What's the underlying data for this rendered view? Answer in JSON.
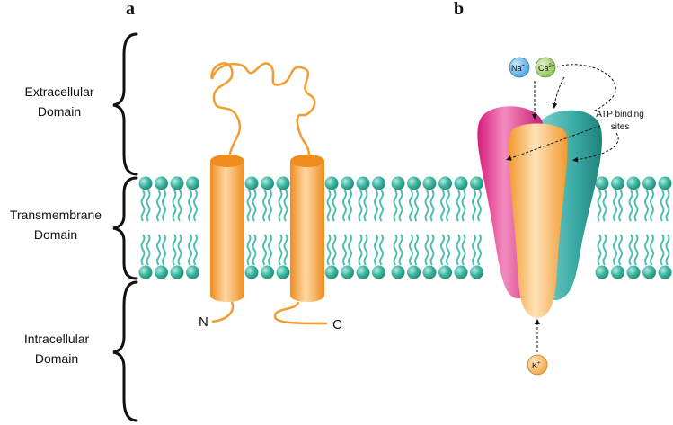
{
  "panels": {
    "a": "a",
    "b": "b"
  },
  "domains": {
    "extracellular": [
      "Extracellular",
      "Domain"
    ],
    "transmembrane": [
      "Transmembrane",
      "Domain"
    ],
    "intracellular": [
      "Intracellular",
      "Domain"
    ]
  },
  "termini": {
    "n": "N",
    "c": "C"
  },
  "ions": {
    "na": {
      "base": "Na",
      "sup": "+",
      "color": "#4aa3e0"
    },
    "ca": {
      "base": "Ca",
      "sup": "2+",
      "color": "#8cc152"
    },
    "k": {
      "base": "K",
      "sup": "+",
      "color": "#f5a742"
    }
  },
  "atp_label": [
    "ATP binding",
    "sites"
  ],
  "colors": {
    "lipid_head": "#3bb5a0",
    "lipid_tail": "#4cbfae",
    "helix": "#f7a23c",
    "loop": "#f39c2f",
    "subunit_pink": "#e8358f",
    "subunit_teal": "#3aa9a3",
    "subunit_orange": "#f5ad4c"
  }
}
